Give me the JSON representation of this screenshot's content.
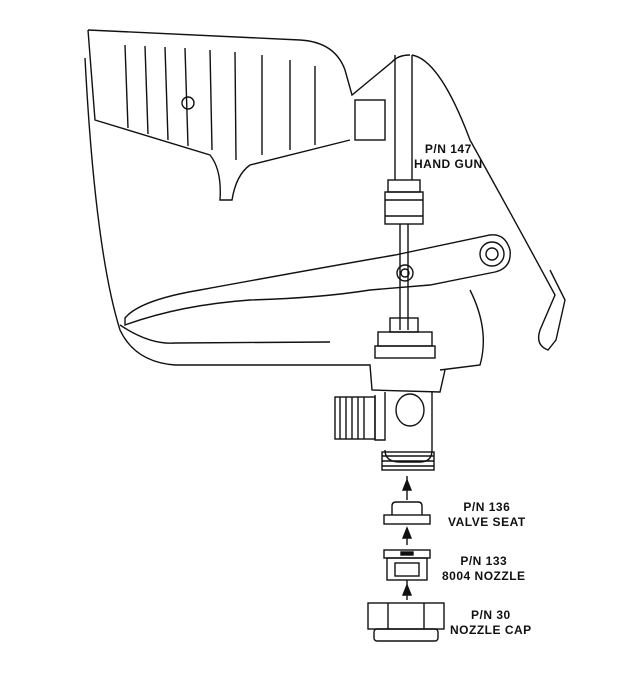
{
  "parts": [
    {
      "pn": "P/N 147",
      "name": "HAND GUN"
    },
    {
      "pn": "P/N 136",
      "name": "VALVE SEAT"
    },
    {
      "pn": "P/N 133",
      "name": "8004 NOZZLE"
    },
    {
      "pn": "P/N 30",
      "name": "NOZZLE CAP"
    }
  ],
  "colors": {
    "line": "#111111",
    "background": "#ffffff"
  }
}
